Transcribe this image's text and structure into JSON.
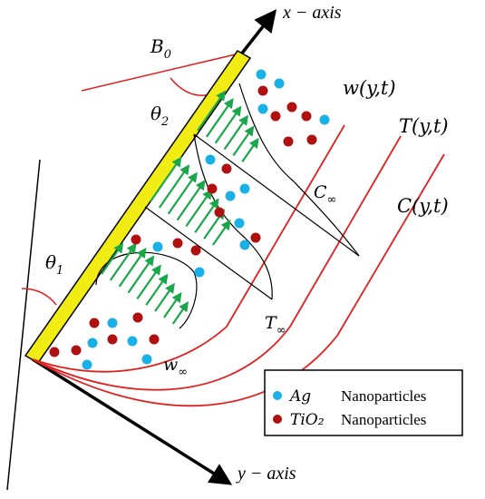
{
  "labels": {
    "x_axis": "x − axis",
    "y_axis": "y − axis",
    "b0": "B",
    "b0_sub": "0",
    "theta2": "θ",
    "theta2_sub": "2",
    "theta1": "θ",
    "theta1_sub": "1",
    "w": "w(y,t)",
    "T": "T(y,t)",
    "C": "C(y,t)",
    "c_inf": "C",
    "c_inf_sub": "∞",
    "t_inf": "T",
    "t_inf_sub": "∞",
    "w_inf": "w",
    "w_inf_sub": "∞"
  },
  "legend": {
    "items": [
      {
        "symbol": "Ag",
        "text": "Nanoparticles",
        "color": "#1ab0e8"
      },
      {
        "symbol": "TiO₂",
        "text": "Nanoparticles",
        "color": "#b01010"
      }
    ]
  },
  "colors": {
    "plate": "#f0ec14",
    "arrows": "#1aa64a",
    "curves": "#e02020",
    "ag": "#1ab0e8",
    "tio2": "#b01010"
  }
}
